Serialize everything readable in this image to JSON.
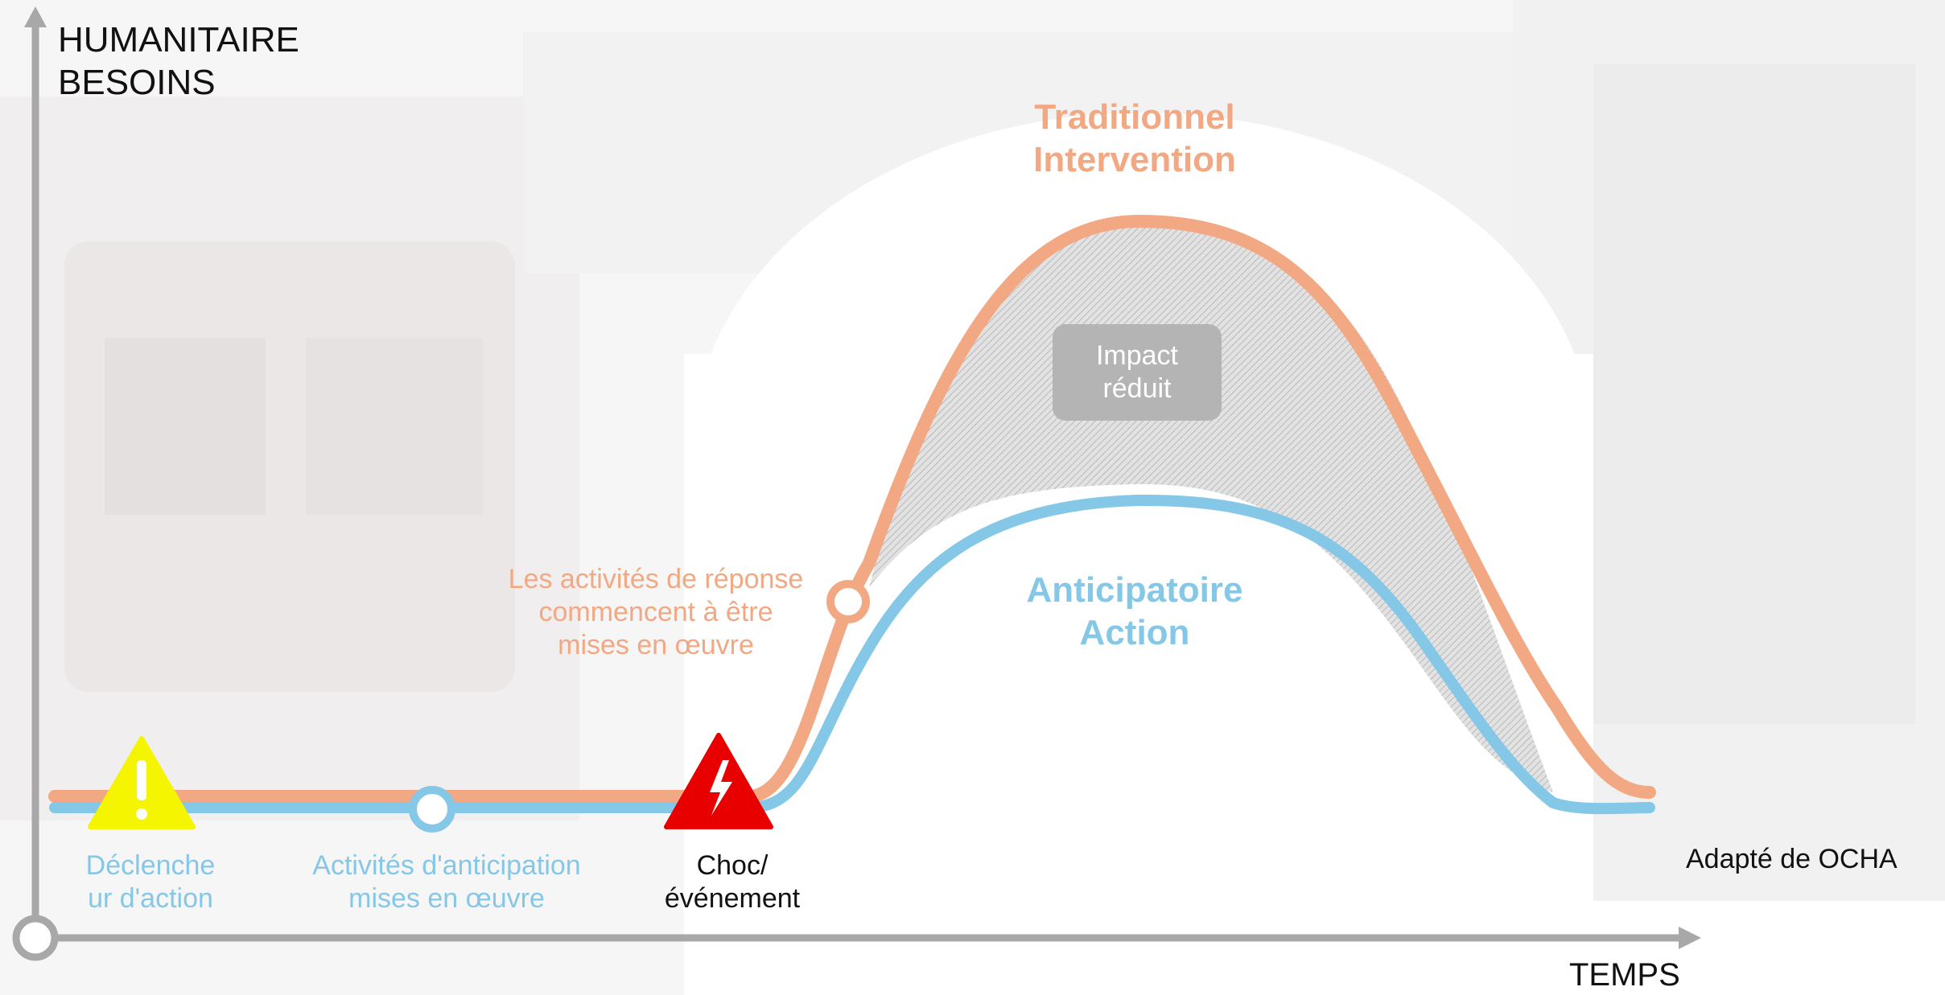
{
  "axes": {
    "y_title": "HUMANITAIRE\nBESOINS",
    "x_title": "TEMPS"
  },
  "curves": {
    "traditional_label": "Traditionnel\nIntervention",
    "anticipatory_label": "Anticipatoire\nAction",
    "reduced_impact_label": "Impact\nréduit"
  },
  "milestones": {
    "response_start": "Les activités de réponse\ncommencent à être\nmises en œuvre",
    "trigger": "Déclenche\nur d'action",
    "anticipatory_activities": "Activités d'anticipation\nmises en œuvre",
    "shock": "Choc/\névénement"
  },
  "source": "Adapté de OCHA",
  "icons": {
    "trigger": "warning-triangle-icon",
    "shock": "lightning-triangle-icon",
    "origin": "circle-marker-icon"
  },
  "colors": {
    "traditional": "#F2A882",
    "anticipatory": "#85C7E6",
    "axis": "#A8A8A8",
    "impact_box": "#B4B4B4",
    "warning": "#F5F500",
    "shock": "#E80000"
  }
}
